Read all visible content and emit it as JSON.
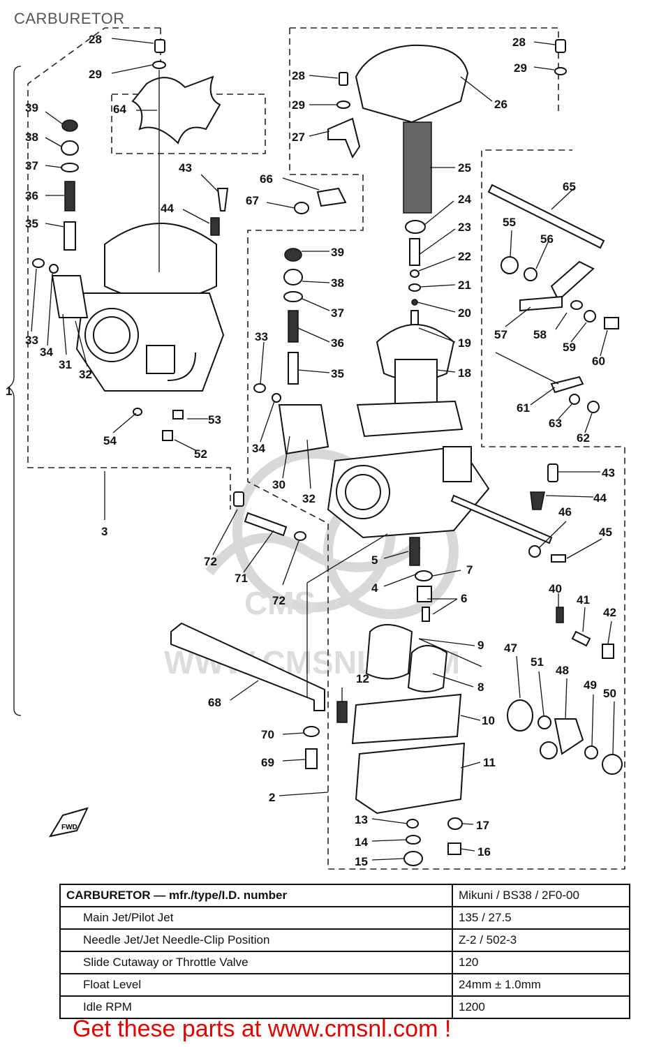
{
  "title": "CARBURETOR",
  "watermark": "WWW.CMSNL.COM",
  "watermark_logo": "CMS",
  "labels": {
    "p1": "1",
    "p2": "2",
    "p3": "3",
    "p4": "4",
    "p5": "5",
    "p6": "6",
    "p7": "7",
    "p8": "8",
    "p9": "9",
    "p10": "10",
    "p11": "11",
    "p12": "12",
    "p13": "13",
    "p14": "14",
    "p15": "15",
    "p16": "16",
    "p17": "17",
    "p18": "18",
    "p19": "19",
    "p20": "20",
    "p21": "21",
    "p22": "22",
    "p23": "23",
    "p24": "24",
    "p25": "25",
    "p26": "26",
    "p27": "27",
    "p28": "28",
    "p29": "29",
    "p30": "30",
    "p31": "31",
    "p32": "32",
    "p33": "33",
    "p34": "34",
    "p35": "35",
    "p36": "36",
    "p37": "37",
    "p38": "38",
    "p39": "39",
    "p40": "40",
    "p41": "41",
    "p42": "42",
    "p43": "43",
    "p44": "44",
    "p45": "45",
    "p46": "46",
    "p47": "47",
    "p48": "48",
    "p49": "49",
    "p50": "50",
    "p51": "51",
    "p52": "52",
    "p53": "53",
    "p54": "54",
    "p55": "55",
    "p56": "56",
    "p57": "57",
    "p58": "58",
    "p59": "59",
    "p60": "60",
    "p61": "61",
    "p62": "62",
    "p63": "63",
    "p64": "64",
    "p65": "65",
    "p66": "66",
    "p67": "67",
    "p68": "68",
    "p69": "69",
    "p70": "70",
    "p71": "71",
    "p72": "72",
    "fwd": "FWD"
  },
  "spec_table": {
    "header_label": "CARBURETOR — mfr./type/I.D. number",
    "header_value": "Mikuni / BS38 / 2F0-00",
    "rows": [
      {
        "label": "Main Jet/Pilot Jet",
        "value": "135 / 27.5"
      },
      {
        "label": "Needle Jet/Jet Needle-Clip Position",
        "value": "Z-2 / 502-3"
      },
      {
        "label": "Slide Cutaway or Throttle Valve",
        "value": "120"
      },
      {
        "label": "Float Level",
        "value": "24mm ± 1.0mm"
      },
      {
        "label": "Idle RPM",
        "value": "1200"
      }
    ]
  },
  "footer": "Get these parts at www.cmsnl.com !",
  "colors": {
    "footer": "#e00000",
    "watermark": "#dcdcdc"
  }
}
